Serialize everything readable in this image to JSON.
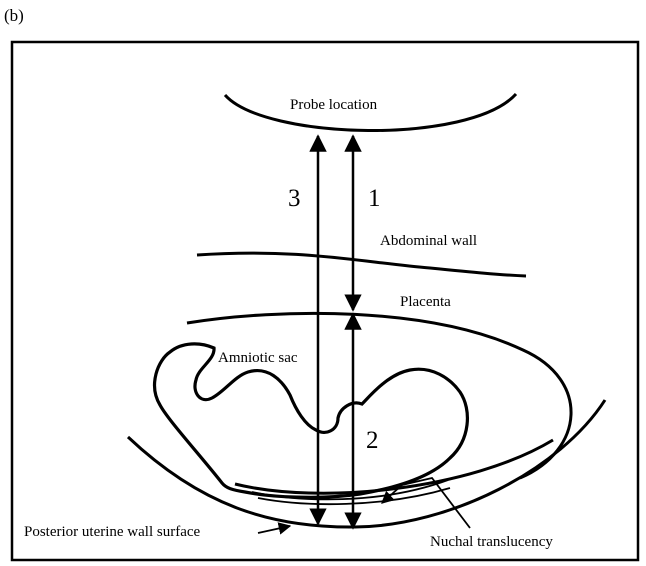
{
  "panel_label": "(b)",
  "labels": {
    "probe": "Probe location",
    "abdominal_wall": "Abdominal wall",
    "placenta": "Placenta",
    "amniotic_sac": "Amniotic sac",
    "posterior_wall": "Posterior uterine wall surface",
    "nuchal": "Nuchal translucency"
  },
  "measurements": {
    "m1": "1",
    "m2": "2",
    "m3": "3"
  }
}
